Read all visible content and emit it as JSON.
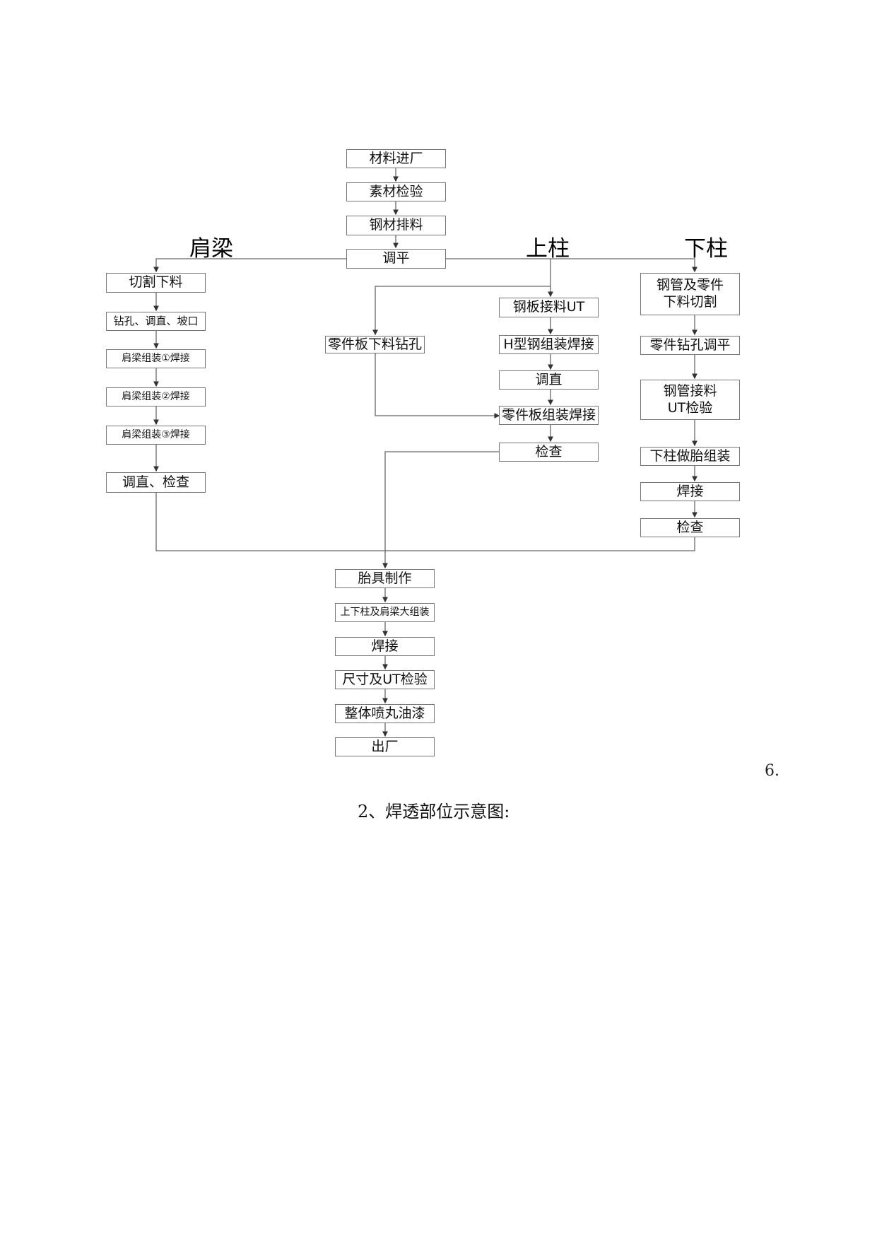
{
  "headings": {
    "shoulder_beam": "肩梁",
    "upper_column": "上柱",
    "lower_column": "下柱"
  },
  "main_flow": {
    "material_in": "材料进厂",
    "material_inspection": "素材检验",
    "steel_layout": "钢材排料",
    "leveling": "调平"
  },
  "shoulder_beam_flow": {
    "cut_blanking": "切割下料",
    "drill_straighten_bevel": "钻孔、调直、坡口",
    "assembly_weld_1": "肩梁组装①焊接",
    "assembly_weld_2": "肩梁组装②焊接",
    "assembly_weld_3": "肩梁组装③焊接",
    "straighten_check": "调直、检查"
  },
  "upper_column_flow": {
    "plate_splice_ut": "钢板接料UT",
    "h_beam_assembly_weld": "H型钢组装焊接",
    "straighten": "调直",
    "part_plate_assembly_weld": "零件板组装焊接",
    "check": "检查",
    "part_plate_blank_drill": "零件板下料钻孔"
  },
  "lower_column_flow": {
    "pipe_part_cut": "钢管及零件\n下料切割",
    "part_drill_level": "零件钻孔调平",
    "pipe_splice_ut": "钢管接料\nUT检验",
    "jig_assembly": "下柱做胎组装",
    "weld": "焊接",
    "check": "检查"
  },
  "final_flow": {
    "jig_making": "胎具制作",
    "main_assembly": "上下柱及肩梁大组装",
    "weld": "焊接",
    "size_ut_check": "尺寸及UT检验",
    "shot_blast_paint": "整体喷丸油漆",
    "exit_factory": "出厂"
  },
  "page_number": "6.",
  "caption": "2、焊透部位示意图:"
}
